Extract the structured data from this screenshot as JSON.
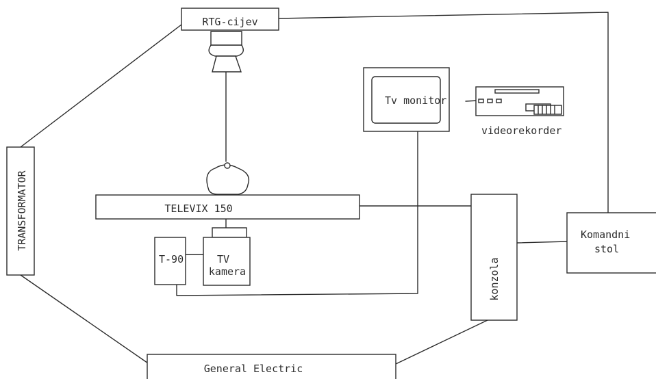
{
  "labels": {
    "rtg": "RTG-cijev",
    "monitor": "Tv monitor",
    "videorekorder": "videorekorder",
    "transformator": "TRANSFORMATOR",
    "televix": "TELEVIX 150",
    "t90": "T-90",
    "camera_line1": "TV",
    "camera_line2": "kamera",
    "konzola": "konzola",
    "komandni_line1": "Komandni",
    "komandni_line2": "stol",
    "general_electric": "General Electric"
  }
}
